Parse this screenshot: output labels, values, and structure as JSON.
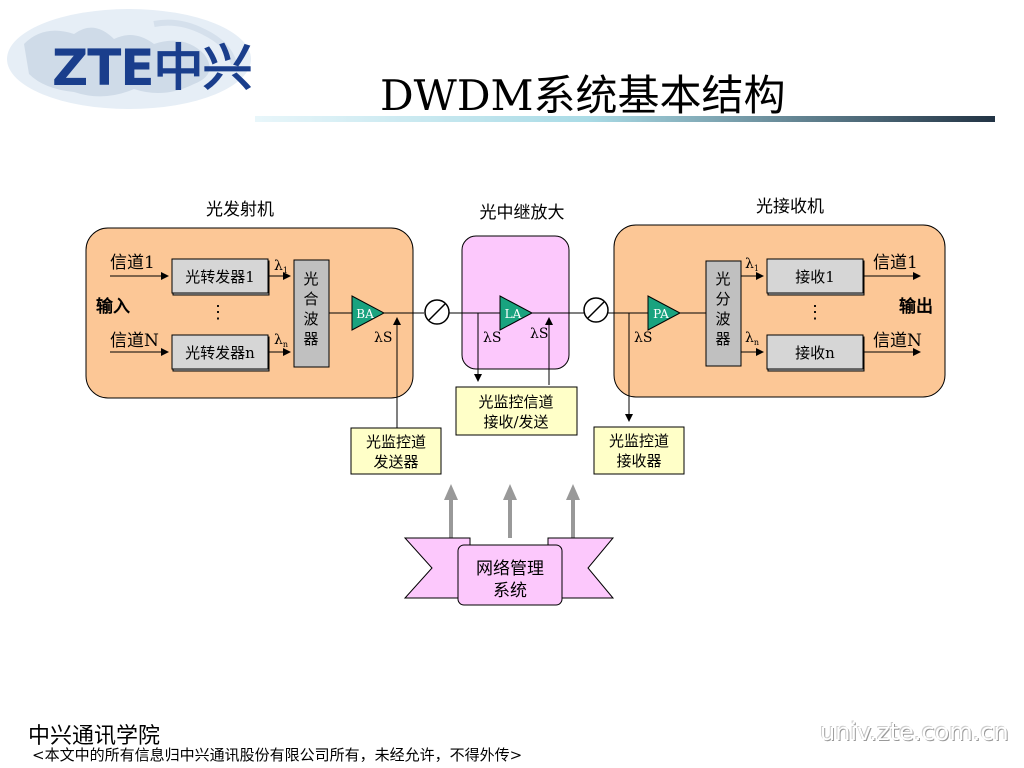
{
  "header": {
    "logo_text": "ZTE中兴",
    "title": "DWDM系统基本结构"
  },
  "diagram": {
    "transmitter": {
      "title": "光发射机",
      "channel_1": "信道1",
      "channel_n": "信道N",
      "input": "输入",
      "transponder_1": "光转发器1",
      "transponder_n": "光转发器n",
      "lambda_1": "λ",
      "lambda_1_sub": "1",
      "lambda_n": "λ",
      "lambda_n_sub": "n",
      "mux": [
        "光",
        "合",
        "波",
        "器"
      ],
      "amp": "BA",
      "lambda_s": "λS",
      "dots": "⋮"
    },
    "repeater": {
      "title": "光中继放大",
      "amp": "LA",
      "lambda_s_left": "λS",
      "lambda_s_right": "λS"
    },
    "receiver": {
      "title": "光接收机",
      "channel_1": "信道1",
      "channel_n": "信道N",
      "output": "输出",
      "receiver_1": "接收1",
      "receiver_n": "接收n",
      "lambda_1": "λ",
      "lambda_1_sub": "1",
      "lambda_n": "λ",
      "lambda_n_sub": "n",
      "demux": [
        "光",
        "分",
        "波",
        "器"
      ],
      "amp": "PA",
      "lambda_s": "λS",
      "dots": "⋮"
    },
    "osc_transmitter": [
      "光监控道",
      "发送器"
    ],
    "osc_transceiver": [
      "光监控信道",
      "接收/发送"
    ],
    "osc_receiver": [
      "光监控道",
      "接收器"
    ],
    "nms": [
      "网络管理",
      "系统"
    ]
  },
  "footer": {
    "institute": "中兴通讯学院",
    "notice": "<本文中的所有信息归中兴通讯股份有限公司所有，未经允许，不得外传>",
    "site": "univ.zte.com.cn"
  },
  "colors": {
    "terminal_fill": "#fcc796",
    "repeater_fill": "#fcc8fc",
    "amp_fill": "#19a37f",
    "box_fill": "#c0c0c0",
    "label_fill": "#ffffc8",
    "logo_blue": "#1a3e8c"
  }
}
